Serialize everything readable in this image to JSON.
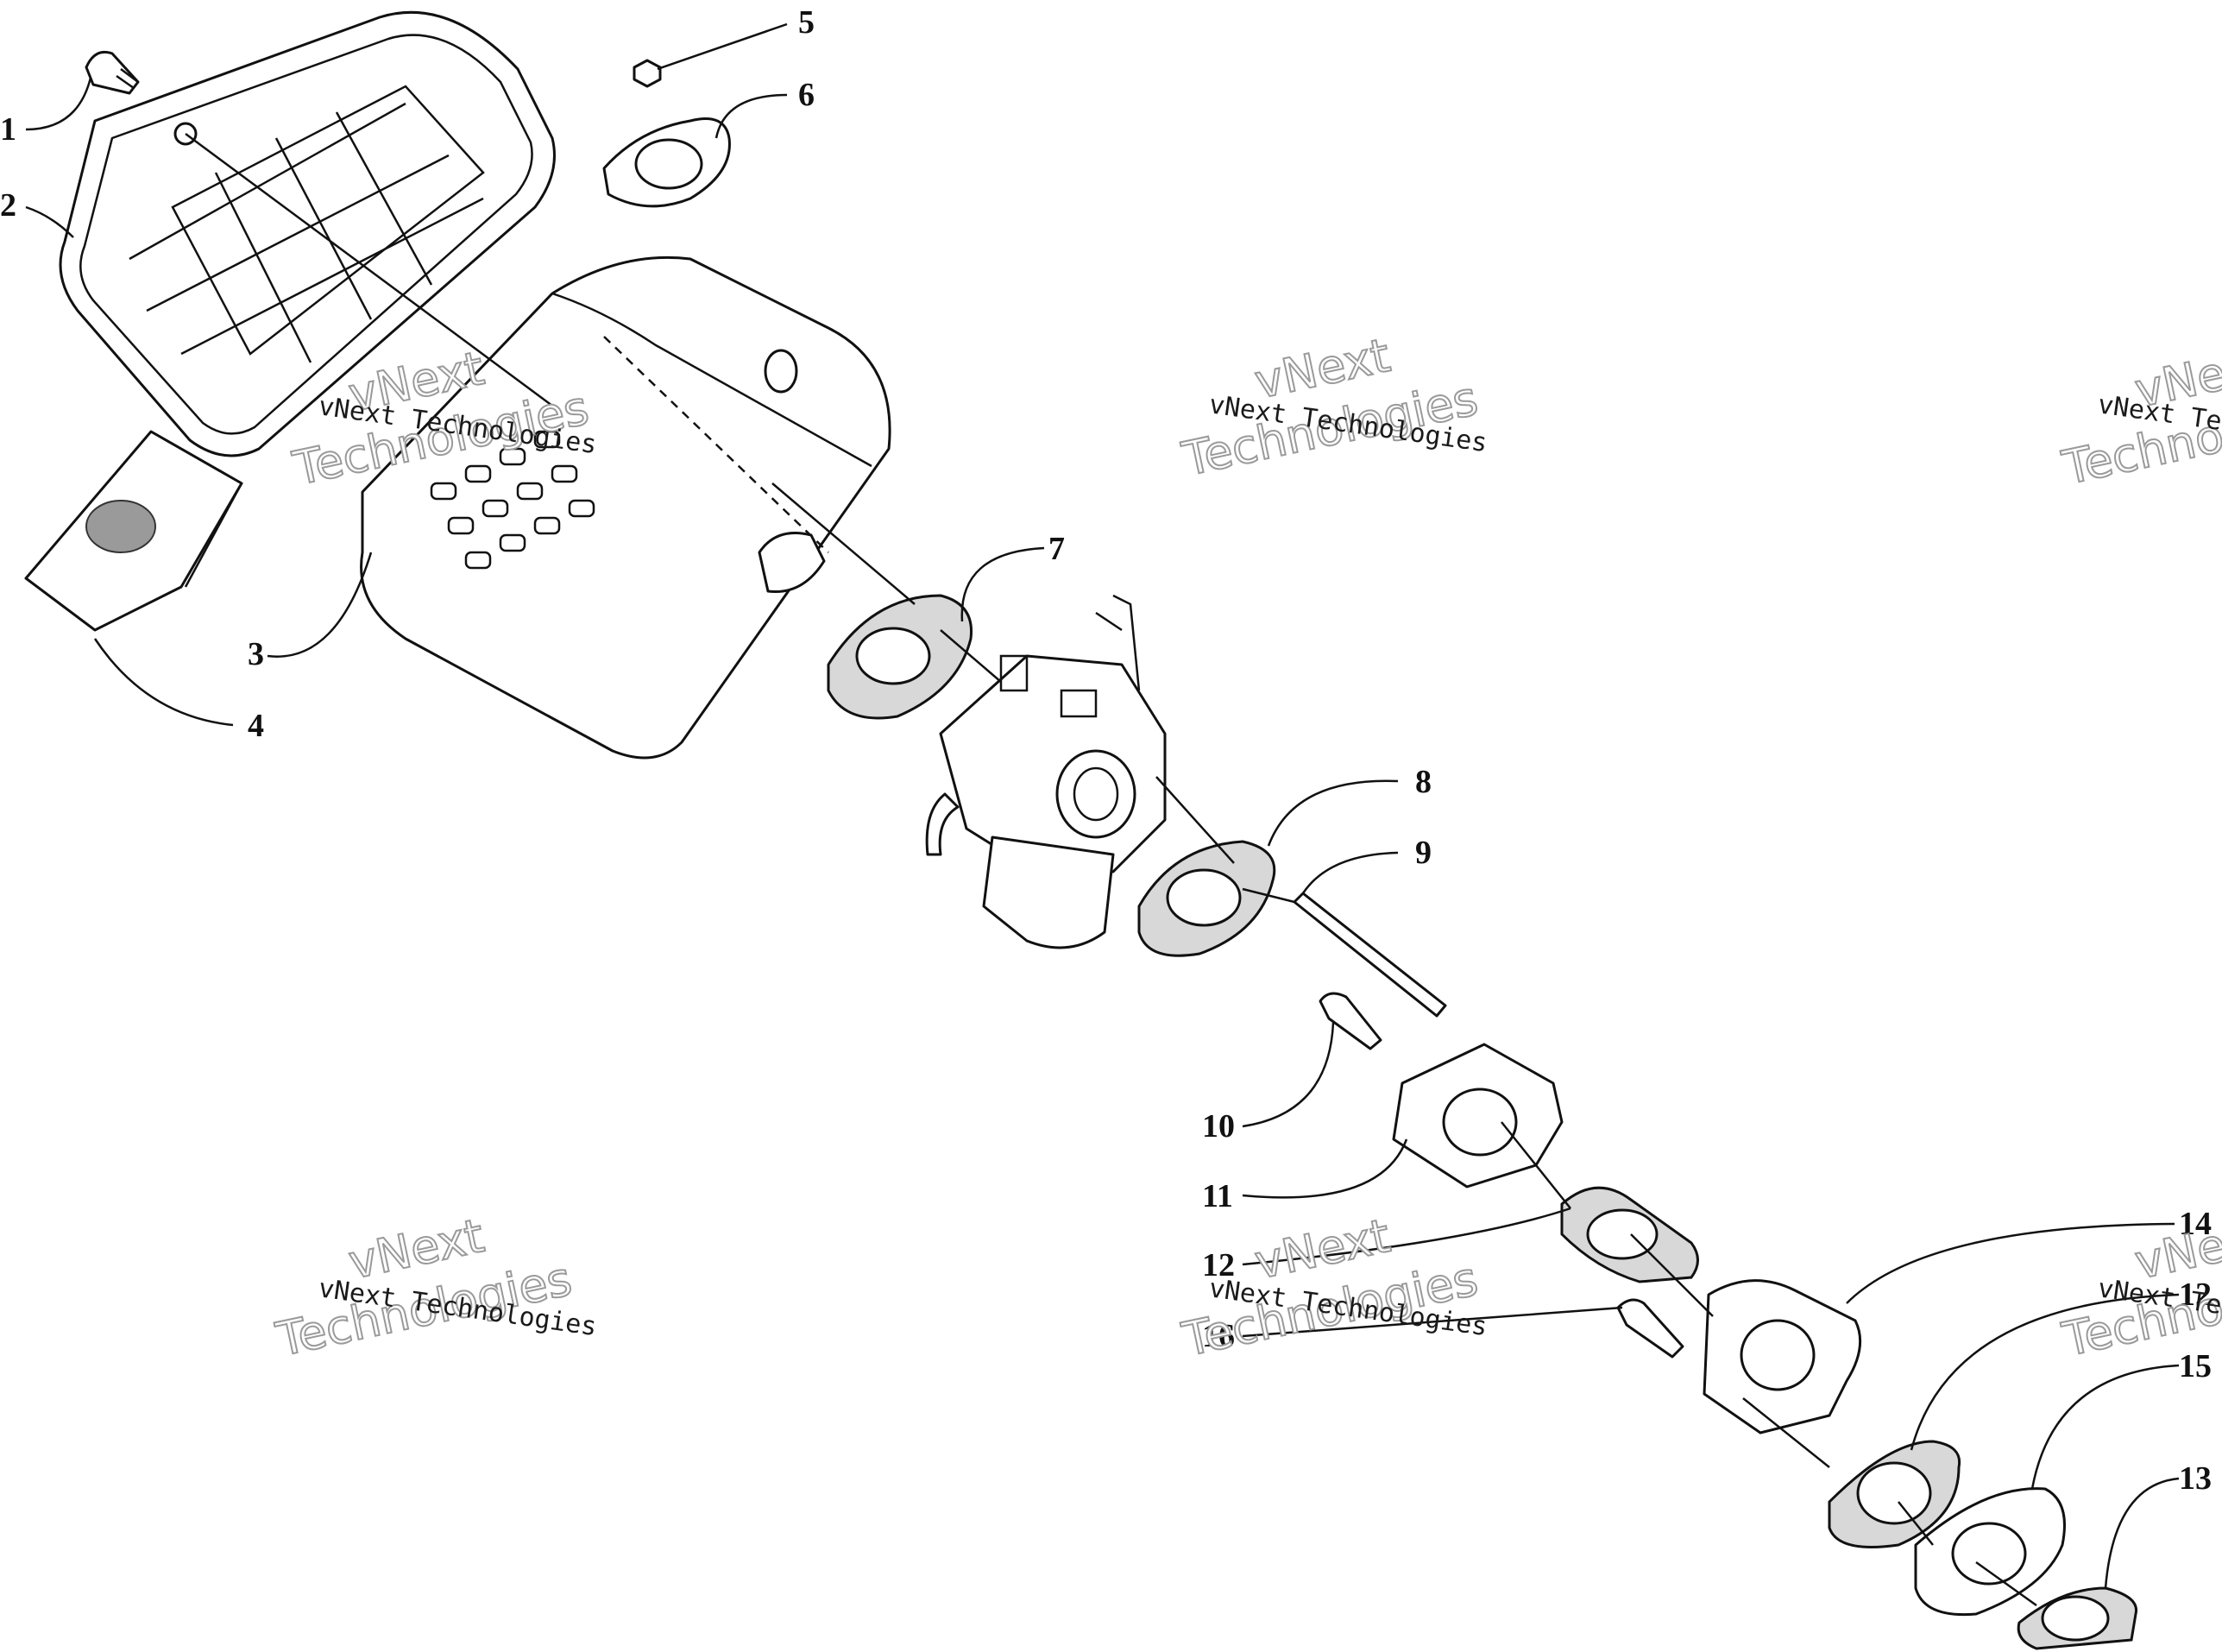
{
  "diagram": {
    "callouts": [
      "1",
      "2",
      "3",
      "4",
      "5",
      "6",
      "7",
      "8",
      "9",
      "10",
      "11",
      "12",
      "14",
      "12",
      "16",
      "15",
      "13"
    ],
    "watermark": {
      "small_text": "vNext Technologies",
      "big_line1": "vNext",
      "big_line2": "Technologies"
    }
  }
}
